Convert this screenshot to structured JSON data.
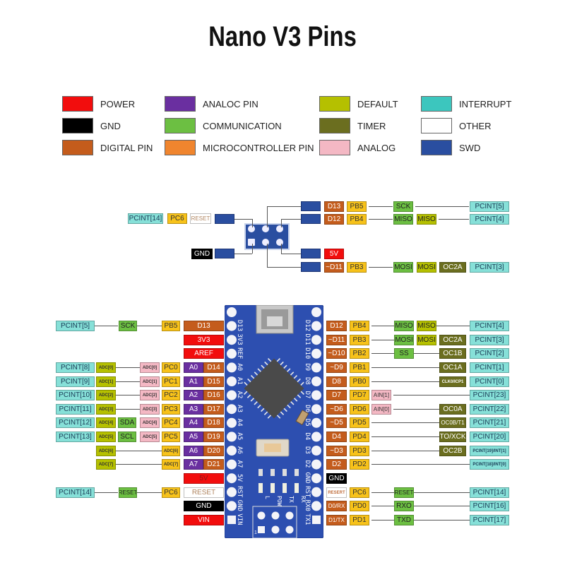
{
  "title": "Nano V3 Pins",
  "colors": {
    "power": "#f20d0d",
    "gnd": "#000000",
    "digital": "#c45c1c",
    "analog_pin": "#6a2fa0",
    "communication": "#6cbf42",
    "microcontroller": "#f39a00",
    "mcu_pin": "#f7c21a",
    "default": "#b5c000",
    "timer": "#6b6e1f",
    "analog": "#f4b8c4",
    "interrupt": "#3cc6be",
    "interrupt_light": "#86e0d8",
    "other": "#ffffff",
    "swd": "#2a4ea0"
  },
  "legend": [
    {
      "label": "POWER",
      "color": "#f20d0d"
    },
    {
      "label": "GND",
      "color": "#000000"
    },
    {
      "label": "DIGITAL PIN",
      "color": "#c45c1c"
    },
    {
      "label": "ANALOC PIN",
      "color": "#6a2fa0"
    },
    {
      "label": "COMMUNICATION",
      "color": "#6cbf42"
    },
    {
      "label": "MICROCONTROLLER PIN",
      "color": "#f0852e"
    },
    {
      "label": "DEFAULT",
      "color": "#b5c000"
    },
    {
      "label": "TIMER",
      "color": "#6b6e1f"
    },
    {
      "label": "ANALOG",
      "color": "#f4b8c4"
    },
    {
      "label": "INTERRUPT",
      "color": "#3cc6be"
    },
    {
      "label": "OTHER",
      "color": "#ffffff"
    },
    {
      "label": "SWD",
      "color": "#2a4ea0"
    }
  ],
  "icsp": {
    "left": [
      {
        "labels": [
          "PCINT[14]",
          "PC6",
          "RESET"
        ]
      },
      {
        "labels": [
          "GND"
        ]
      }
    ],
    "right": [
      {
        "labels": [
          "D13",
          "PB5",
          "SCK",
          "PCINT[5]"
        ]
      },
      {
        "labels": [
          "D12",
          "PB4",
          "MISO",
          "MISO",
          "PCINT[4]"
        ]
      },
      {
        "labels": [
          "5V"
        ]
      },
      {
        "labels": [
          "~D11",
          "PB3",
          "MOSI",
          "MOSI",
          "OC2A",
          "PCINT[3]"
        ]
      }
    ]
  },
  "board": {
    "left_silk": [
      "D13",
      "3V3",
      "REF",
      "A0",
      "A1",
      "A2",
      "A3",
      "A4",
      "A5",
      "A6",
      "A7",
      "5V",
      "RST",
      "GND",
      "VIN"
    ],
    "right_silk": [
      "D12",
      "D11",
      "D10",
      "D9",
      "D8",
      "D7",
      "D6",
      "D5",
      "D4",
      "D3",
      "D2",
      "GND",
      "RST",
      "RX0",
      "TX1"
    ],
    "leds": [
      "L",
      "POW",
      "TX",
      "RX"
    ],
    "icsp_marker": "1"
  },
  "left_pins": [
    {
      "board": [
        "D13"
      ],
      "mcu": "PB5",
      "comm": "SCK",
      "pcint": "PCINT[5]"
    },
    {
      "board": [
        "3V3"
      ]
    },
    {
      "board": [
        "AREF"
      ]
    },
    {
      "board": [
        "A0",
        "D14"
      ],
      "mcu": "PC0",
      "analog": "ADC[0]",
      "default": "ADC[0]",
      "pcint": "PCINT[8]"
    },
    {
      "board": [
        "A1",
        "D15"
      ],
      "mcu": "PC1",
      "analog": "ADC[1]",
      "default": "ADC[1]",
      "pcint": "PCINT[9]"
    },
    {
      "board": [
        "A2",
        "D16"
      ],
      "mcu": "PC2",
      "analog": "ADC[2]",
      "default": "ADC[2]",
      "pcint": "PCINT[10]"
    },
    {
      "board": [
        "A3",
        "D17"
      ],
      "mcu": "PC3",
      "analog": "ADC[3]",
      "default": "ADC[3]",
      "pcint": "PCINT[11]"
    },
    {
      "board": [
        "A4",
        "D18"
      ],
      "mcu": "PC4",
      "analog": "ADC[4]",
      "comm": "SDA",
      "default": "ADC[4]",
      "pcint": "PCINT[12]"
    },
    {
      "board": [
        "A5",
        "D19"
      ],
      "mcu": "PC5",
      "analog": "ADC[5]",
      "comm": "SCL",
      "default": "ADC[5]",
      "pcint": "PCINT[13]"
    },
    {
      "board": [
        "A6",
        "D20"
      ],
      "mcu": "ADC[6]",
      "default": "ADC[6]"
    },
    {
      "board": [
        "A7",
        "D21"
      ],
      "mcu": "ADC[7]",
      "default": "ADC[7]"
    },
    {
      "board": [
        "5V"
      ]
    },
    {
      "board": [
        "RESET"
      ],
      "mcu": "PC6",
      "comm": "RESET",
      "pcint": "PCINT[14]"
    },
    {
      "board": [
        "GND"
      ]
    },
    {
      "board": [
        "VIN"
      ]
    }
  ],
  "right_pins": [
    {
      "board": "D12",
      "mcu": "PB4",
      "comm": "MISO",
      "default": "MISO",
      "pcint": "PCINT[4]"
    },
    {
      "board": "~D11",
      "mcu": "PB3",
      "comm": "MOSI",
      "default": "MOSI",
      "timer": "OC2A",
      "pcint": "PCINT[3]"
    },
    {
      "board": "~D10",
      "mcu": "PB2",
      "comm": "SS",
      "timer": "OC1B",
      "pcint": "PCINT[2]"
    },
    {
      "board": "~D9",
      "mcu": "PB1",
      "timer": "OC1A",
      "pcint": "PCINT[1]"
    },
    {
      "board": "D8",
      "mcu": "PB0",
      "timer": "CLK0/ICP1",
      "pcint": "PCINT[0]"
    },
    {
      "board": "D7",
      "mcu": "PD7",
      "analog": "AIN[1]",
      "pcint": "PCINT[23]"
    },
    {
      "board": "~D6",
      "mcu": "PD6",
      "analog": "AIN[0]",
      "timer": "OC0A",
      "pcint": "PCINT[22]"
    },
    {
      "board": "~D5",
      "mcu": "PD5",
      "timer": "OC0B/T1",
      "pcint": "PCINT[21]"
    },
    {
      "board": "D4",
      "mcu": "PD4",
      "timer": "TO/XCK",
      "pcint": "PCINT[20]"
    },
    {
      "board": "~D3",
      "mcu": "PD3",
      "timer": "OC2B",
      "pcint": "PCINT[19]/INT[1]"
    },
    {
      "board": "D2",
      "mcu": "PD2",
      "pcint": "PCINT[18]/INT[0]"
    },
    {
      "board": "GND"
    },
    {
      "board": "RESERT",
      "mcu": "PC6",
      "comm": "RESET",
      "pcint": "PCINT[14]"
    },
    {
      "board": "D0/RX",
      "mcu": "PD0",
      "comm": "RXO",
      "pcint": "PCINT[16]"
    },
    {
      "board": "D1/TX",
      "mcu": "PD1",
      "comm": "TXD",
      "pcint": "PCINT[17]"
    }
  ]
}
